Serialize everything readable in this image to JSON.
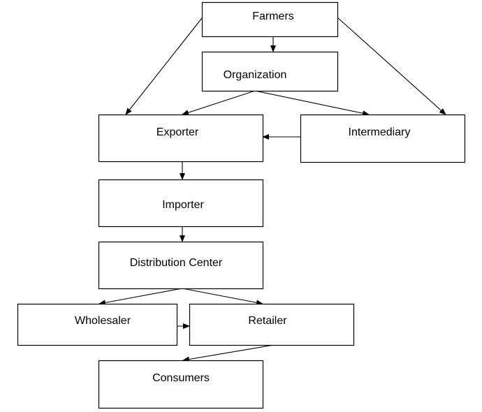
{
  "diagram": {
    "type": "flowchart",
    "title": "",
    "nodes": [
      {
        "id": "farmers",
        "label": "Farmers"
      },
      {
        "id": "organization",
        "label": "Organization"
      },
      {
        "id": "exporter",
        "label": "Exporter"
      },
      {
        "id": "intermediary",
        "label": "Intermediary"
      },
      {
        "id": "importer",
        "label": "Importer"
      },
      {
        "id": "distribution_center",
        "label": "Distribution Center"
      },
      {
        "id": "wholesaler",
        "label": "Wholesaler"
      },
      {
        "id": "retailer",
        "label": "Retailer"
      },
      {
        "id": "consumers",
        "label": "Consumers"
      }
    ],
    "edges": [
      {
        "from": "farmers",
        "to": "organization"
      },
      {
        "from": "farmers",
        "to": "exporter"
      },
      {
        "from": "farmers",
        "to": "intermediary"
      },
      {
        "from": "organization",
        "to": "exporter"
      },
      {
        "from": "organization",
        "to": "intermediary"
      },
      {
        "from": "intermediary",
        "to": "exporter"
      },
      {
        "from": "exporter",
        "to": "importer"
      },
      {
        "from": "importer",
        "to": "distribution_center"
      },
      {
        "from": "distribution_center",
        "to": "wholesaler"
      },
      {
        "from": "distribution_center",
        "to": "retailer"
      },
      {
        "from": "wholesaler",
        "to": "retailer"
      },
      {
        "from": "retailer",
        "to": "consumers"
      }
    ],
    "colors": {
      "stroke": "#000000",
      "fill": "#ffffff",
      "text": "#000000"
    }
  }
}
